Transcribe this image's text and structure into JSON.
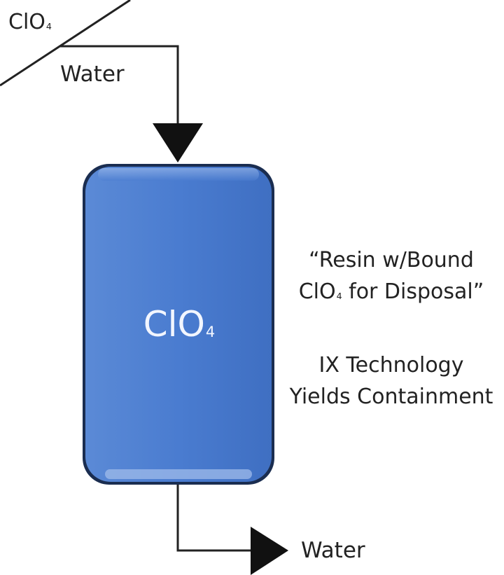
{
  "inlet": {
    "chem_main": "ClO",
    "chem_sub": "4",
    "label": "Water"
  },
  "vessel": {
    "chem_main": "ClO",
    "chem_sub": "4",
    "fill_color": "#4878c8",
    "edge_color": "#1a2d50"
  },
  "outlet": {
    "label": "Water"
  },
  "annotations": {
    "quote_line1": "“Resin w/Bound",
    "quote_line2_main": "ClO",
    "quote_line2_sub": "4",
    "quote_line2_rest": " for Disposal”",
    "ix_line1": "IX Technology",
    "ix_line2": "Yields Containment"
  },
  "colors": {
    "line": "#222222",
    "arrow": "#111111",
    "text": "#222222"
  }
}
